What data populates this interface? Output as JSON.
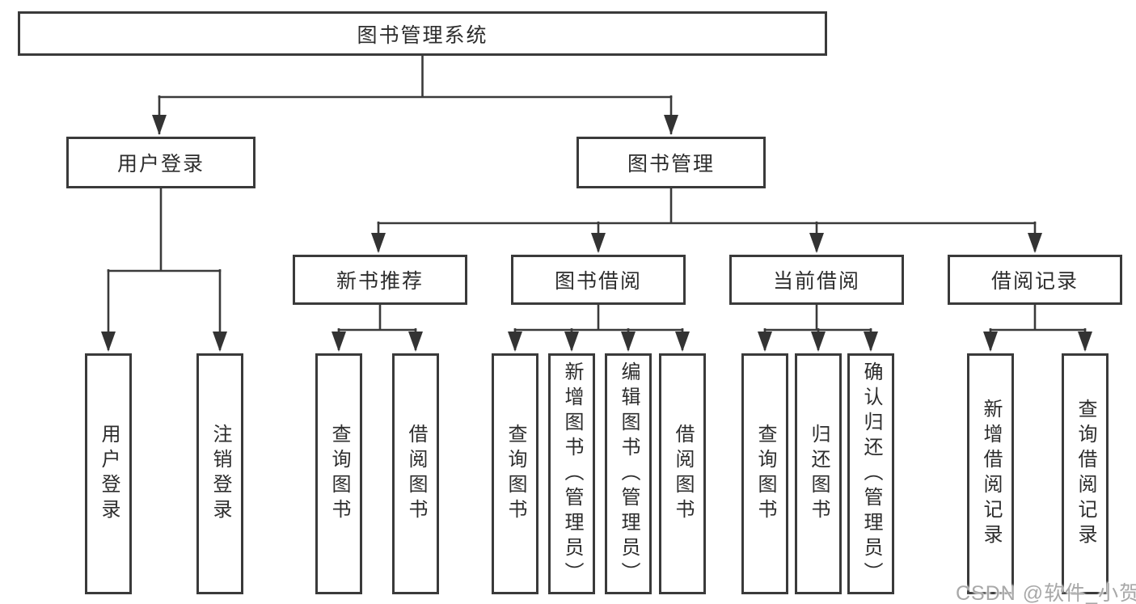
{
  "diagram": {
    "nodes": {
      "root": "图书管理系统",
      "user_login": "用户登录",
      "book_mgmt": "图书管理",
      "new_books": "新书推荐",
      "book_borrow": "图书借阅",
      "current_borrow": "当前借阅",
      "borrow_record": "借阅记录",
      "ul_login": "用户登录",
      "ul_logout": "注销登录",
      "nb_query": "查询图书",
      "nb_borrow": "借阅图书",
      "bb_query": "查询图书",
      "bb_add": "新增图书（管理员）",
      "bb_edit": "编辑图书（管理员）",
      "bb_borrow": "借阅图书",
      "cb_query": "查询图书",
      "cb_return": "归还图书",
      "cb_confirm": "确认归还（管理员）",
      "br_add": "新增借阅记录",
      "br_query": "查询借阅记录"
    },
    "line_color": "#3a3a3a",
    "background": "#ffffff"
  },
  "watermark": "CSDN @软件_小贺同学"
}
